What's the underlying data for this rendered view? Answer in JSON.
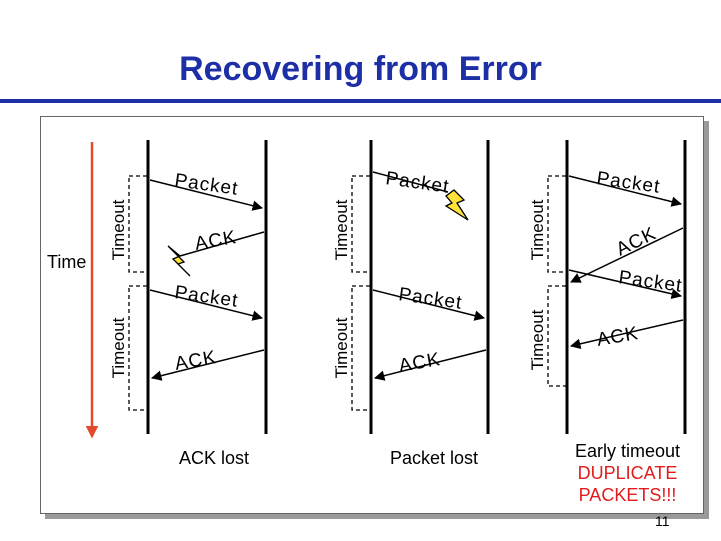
{
  "title": "Recovering from Error",
  "time_label": "Time",
  "timeout_label": "Timeout",
  "packet_label": "Packet",
  "ack_label": "ACK",
  "captions": {
    "ack_lost": "ACK lost",
    "packet_lost": "Packet lost",
    "early_timeout": "Early timeout",
    "duplicate_line1": "DUPLICATE",
    "duplicate_line2": "PACKETS!!!"
  },
  "page_number": "11",
  "colors": {
    "title": "#1d2fa6",
    "time_arrow": "#e24a2a",
    "alert_text": "#e21c1c",
    "lightning_fill": "#ffe23a"
  }
}
